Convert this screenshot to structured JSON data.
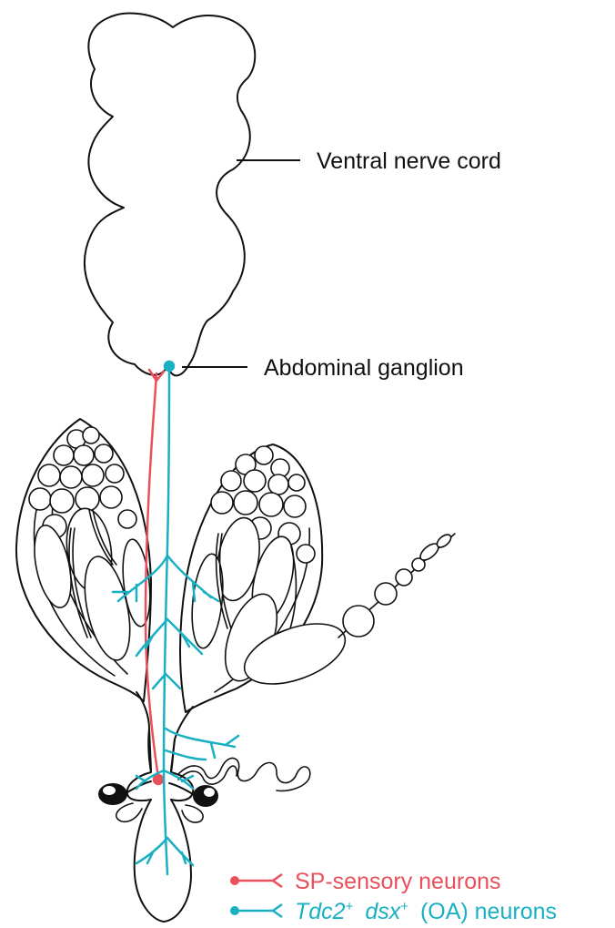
{
  "labels": {
    "ventral_nerve_cord": "Ventral nerve cord",
    "abdominal_ganglion": "Abdominal ganglion"
  },
  "legend": {
    "sp_sensory": "SP-sensory neurons",
    "tdc2_gene": "Tdc2",
    "tdc2_sup": "+",
    "dsx_gene": "dsx",
    "dsx_sup": "+",
    "oa_suffix": "(OA) neurons"
  },
  "colors": {
    "sp_sensory": "#e8505b",
    "tdc2_dsx": "#1ab0c4",
    "outline": "#111111"
  }
}
